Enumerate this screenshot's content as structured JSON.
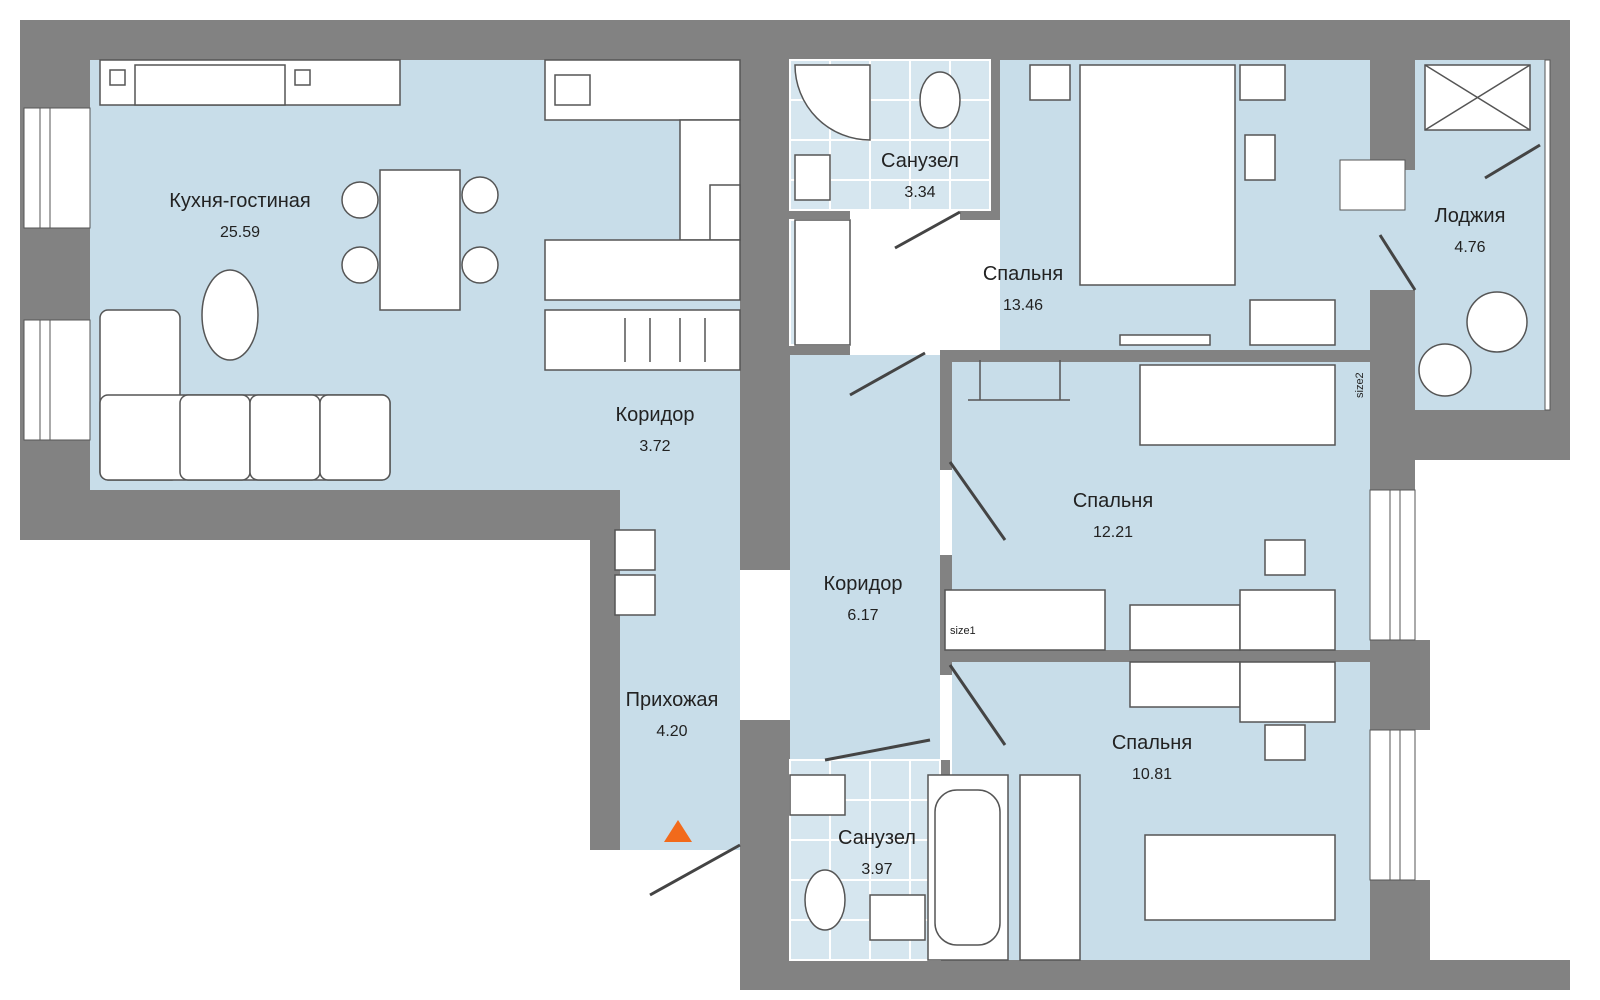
{
  "rooms": [
    {
      "name": "Кухня-гостиная",
      "area": "25.59"
    },
    {
      "name": "Санузел",
      "area": "3.34"
    },
    {
      "name": "Спальня",
      "area": "13.46"
    },
    {
      "name": "Лоджия",
      "area": "4.76"
    },
    {
      "name": "Коридор",
      "area": "3.72"
    },
    {
      "name": "Спальня",
      "area": "12.21"
    },
    {
      "name": "Коридор",
      "area": "6.17"
    },
    {
      "name": "Прихожая",
      "area": "4.20"
    },
    {
      "name": "Спальня",
      "area": "10.81"
    },
    {
      "name": "Санузел",
      "area": "3.97"
    }
  ],
  "markers": {
    "size1": "size1",
    "size2": "size2"
  },
  "colors": {
    "wall": "#828282",
    "floor": "#c8dde9",
    "entrance": "#f26a1b"
  }
}
